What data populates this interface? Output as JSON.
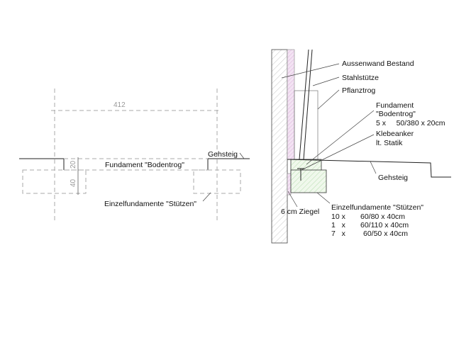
{
  "left_section": {
    "dimension_width": "412",
    "dimension_top": "20",
    "dimension_bottom": "40",
    "label_trough": "Fundament \"Bodentrog\"",
    "label_sidewalk": "Gehsteig",
    "label_footings": "Einzelfundamente \"Stützen\""
  },
  "right_section": {
    "label_wall": "Aussenwand Bestand",
    "label_column": "Stahlstütze",
    "label_planter": "Pflanztrog",
    "label_foundation": [
      "Fundament",
      "\"Bodentrog\"",
      "5 x     50/380 x 20cm"
    ],
    "label_anchor": [
      "Klebeanker",
      "lt. Statik"
    ],
    "label_sidewalk": "Gehsteig",
    "label_brick": "6 cm Ziegel",
    "label_footings": "Einzelfundamente \"Stützen\"",
    "footings": [
      {
        "qty": "10 x",
        "size": "60/80 x 40cm"
      },
      {
        "qty": "1   x",
        "size": "60/110 x 40cm"
      },
      {
        "qty": "7   x",
        "size": "60/50 x 40cm"
      }
    ]
  },
  "colors": {
    "hatch_pink": "#e8c8e8",
    "hatch_green": "#a8d8a0"
  }
}
